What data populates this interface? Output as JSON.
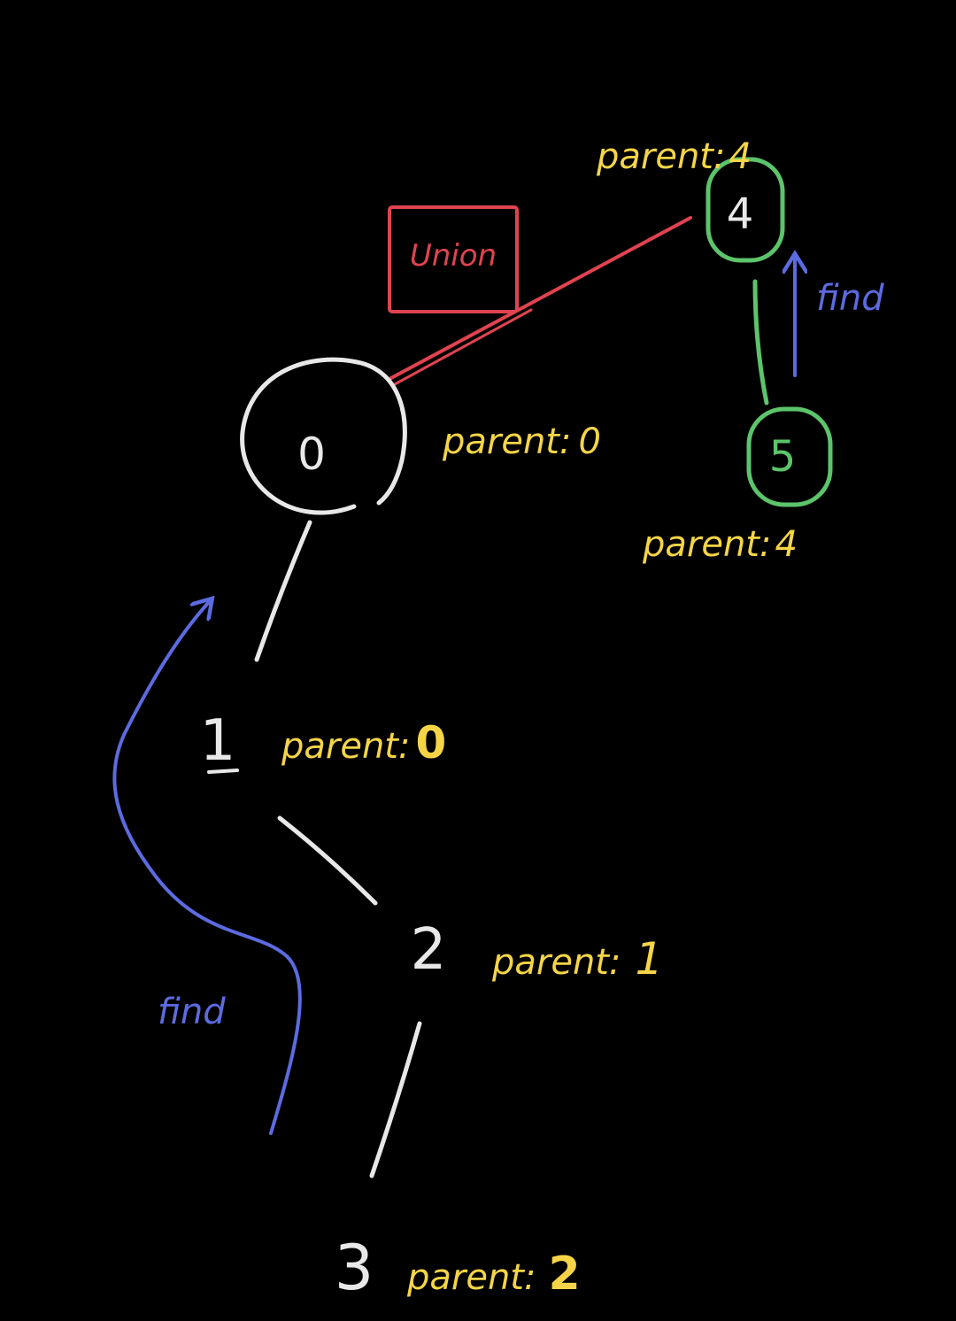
{
  "colors": {
    "background": "#000000",
    "node_white": "#e8e8e8",
    "node_green": "#5cc46a",
    "label_yellow": "#f5d547",
    "union_red": "#e0434f",
    "find_blue": "#5d6be0"
  },
  "nodes": {
    "n0": "0",
    "n1": "1",
    "n2": "2",
    "n3": "3",
    "n4": "4",
    "n5": "5"
  },
  "labels": {
    "n0": {
      "prefix": "parent:",
      "value": "0"
    },
    "n1": {
      "prefix": "parent:",
      "value": "0"
    },
    "n2": {
      "prefix": "parent:",
      "value": "1"
    },
    "n3": {
      "prefix": "parent:",
      "value": "2"
    },
    "n4": {
      "prefix": "parent:",
      "value": "4"
    },
    "n5": {
      "prefix": "parent:",
      "value": "4"
    }
  },
  "operations": {
    "union": "Union",
    "find_left": "find",
    "find_right": "find"
  }
}
